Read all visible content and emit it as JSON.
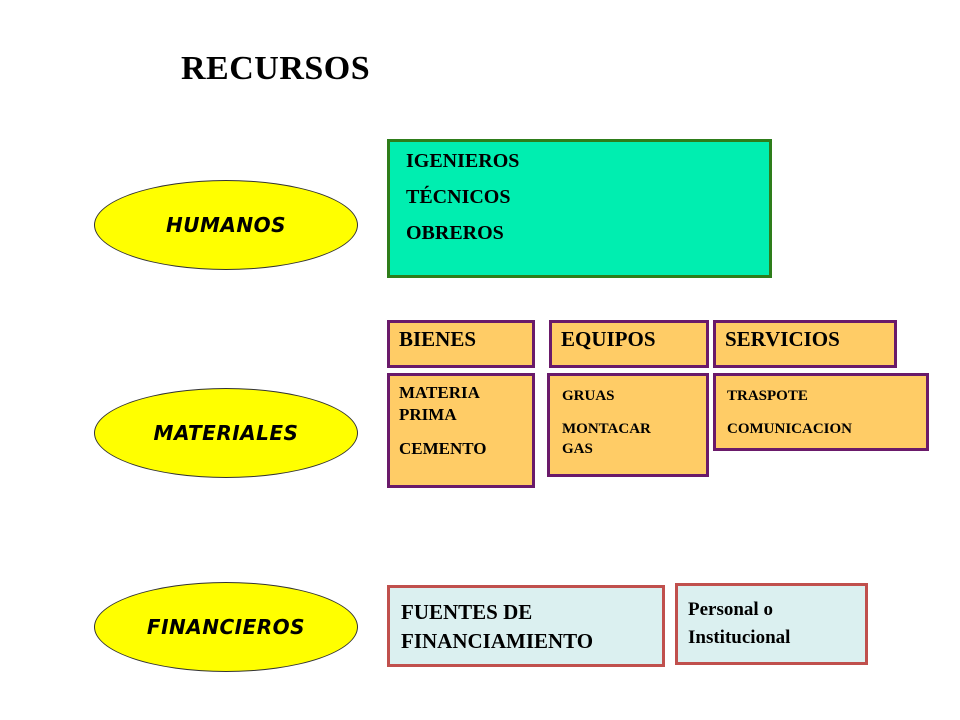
{
  "title": "RECURSOS",
  "categories": {
    "humanos": "HUMANOS",
    "materiales": "MATERIALES",
    "financieros": "FINANCIEROS"
  },
  "humanos_box": {
    "items": [
      "IGENIEROS",
      "TÉCNICOS",
      "OBREROS"
    ]
  },
  "materiales": {
    "headers": [
      "BIENES",
      "EQUIPOS",
      "SERVICIOS"
    ],
    "bienes_items": [
      "MATERIA PRIMA",
      "CEMENTO"
    ],
    "equipos_items": [
      "GRUAS",
      "MONTACAR GAS"
    ],
    "servicios_items": [
      "TRASPOTE",
      "COMUNICACION"
    ]
  },
  "financieros": {
    "fuentes": "FUENTES DE FINANCIAMIENTO",
    "tipo": "Personal o Institucional"
  },
  "colors": {
    "ellipse_fill": "#ffff00",
    "humanos_box_fill": "#00eeb0",
    "humanos_box_border": "#2e7d1a",
    "materiales_fill": "#ffcc66",
    "materiales_border": "#6a1a6a",
    "financieros_fill": "#dbf0f0",
    "financieros_border": "#c0504d"
  }
}
